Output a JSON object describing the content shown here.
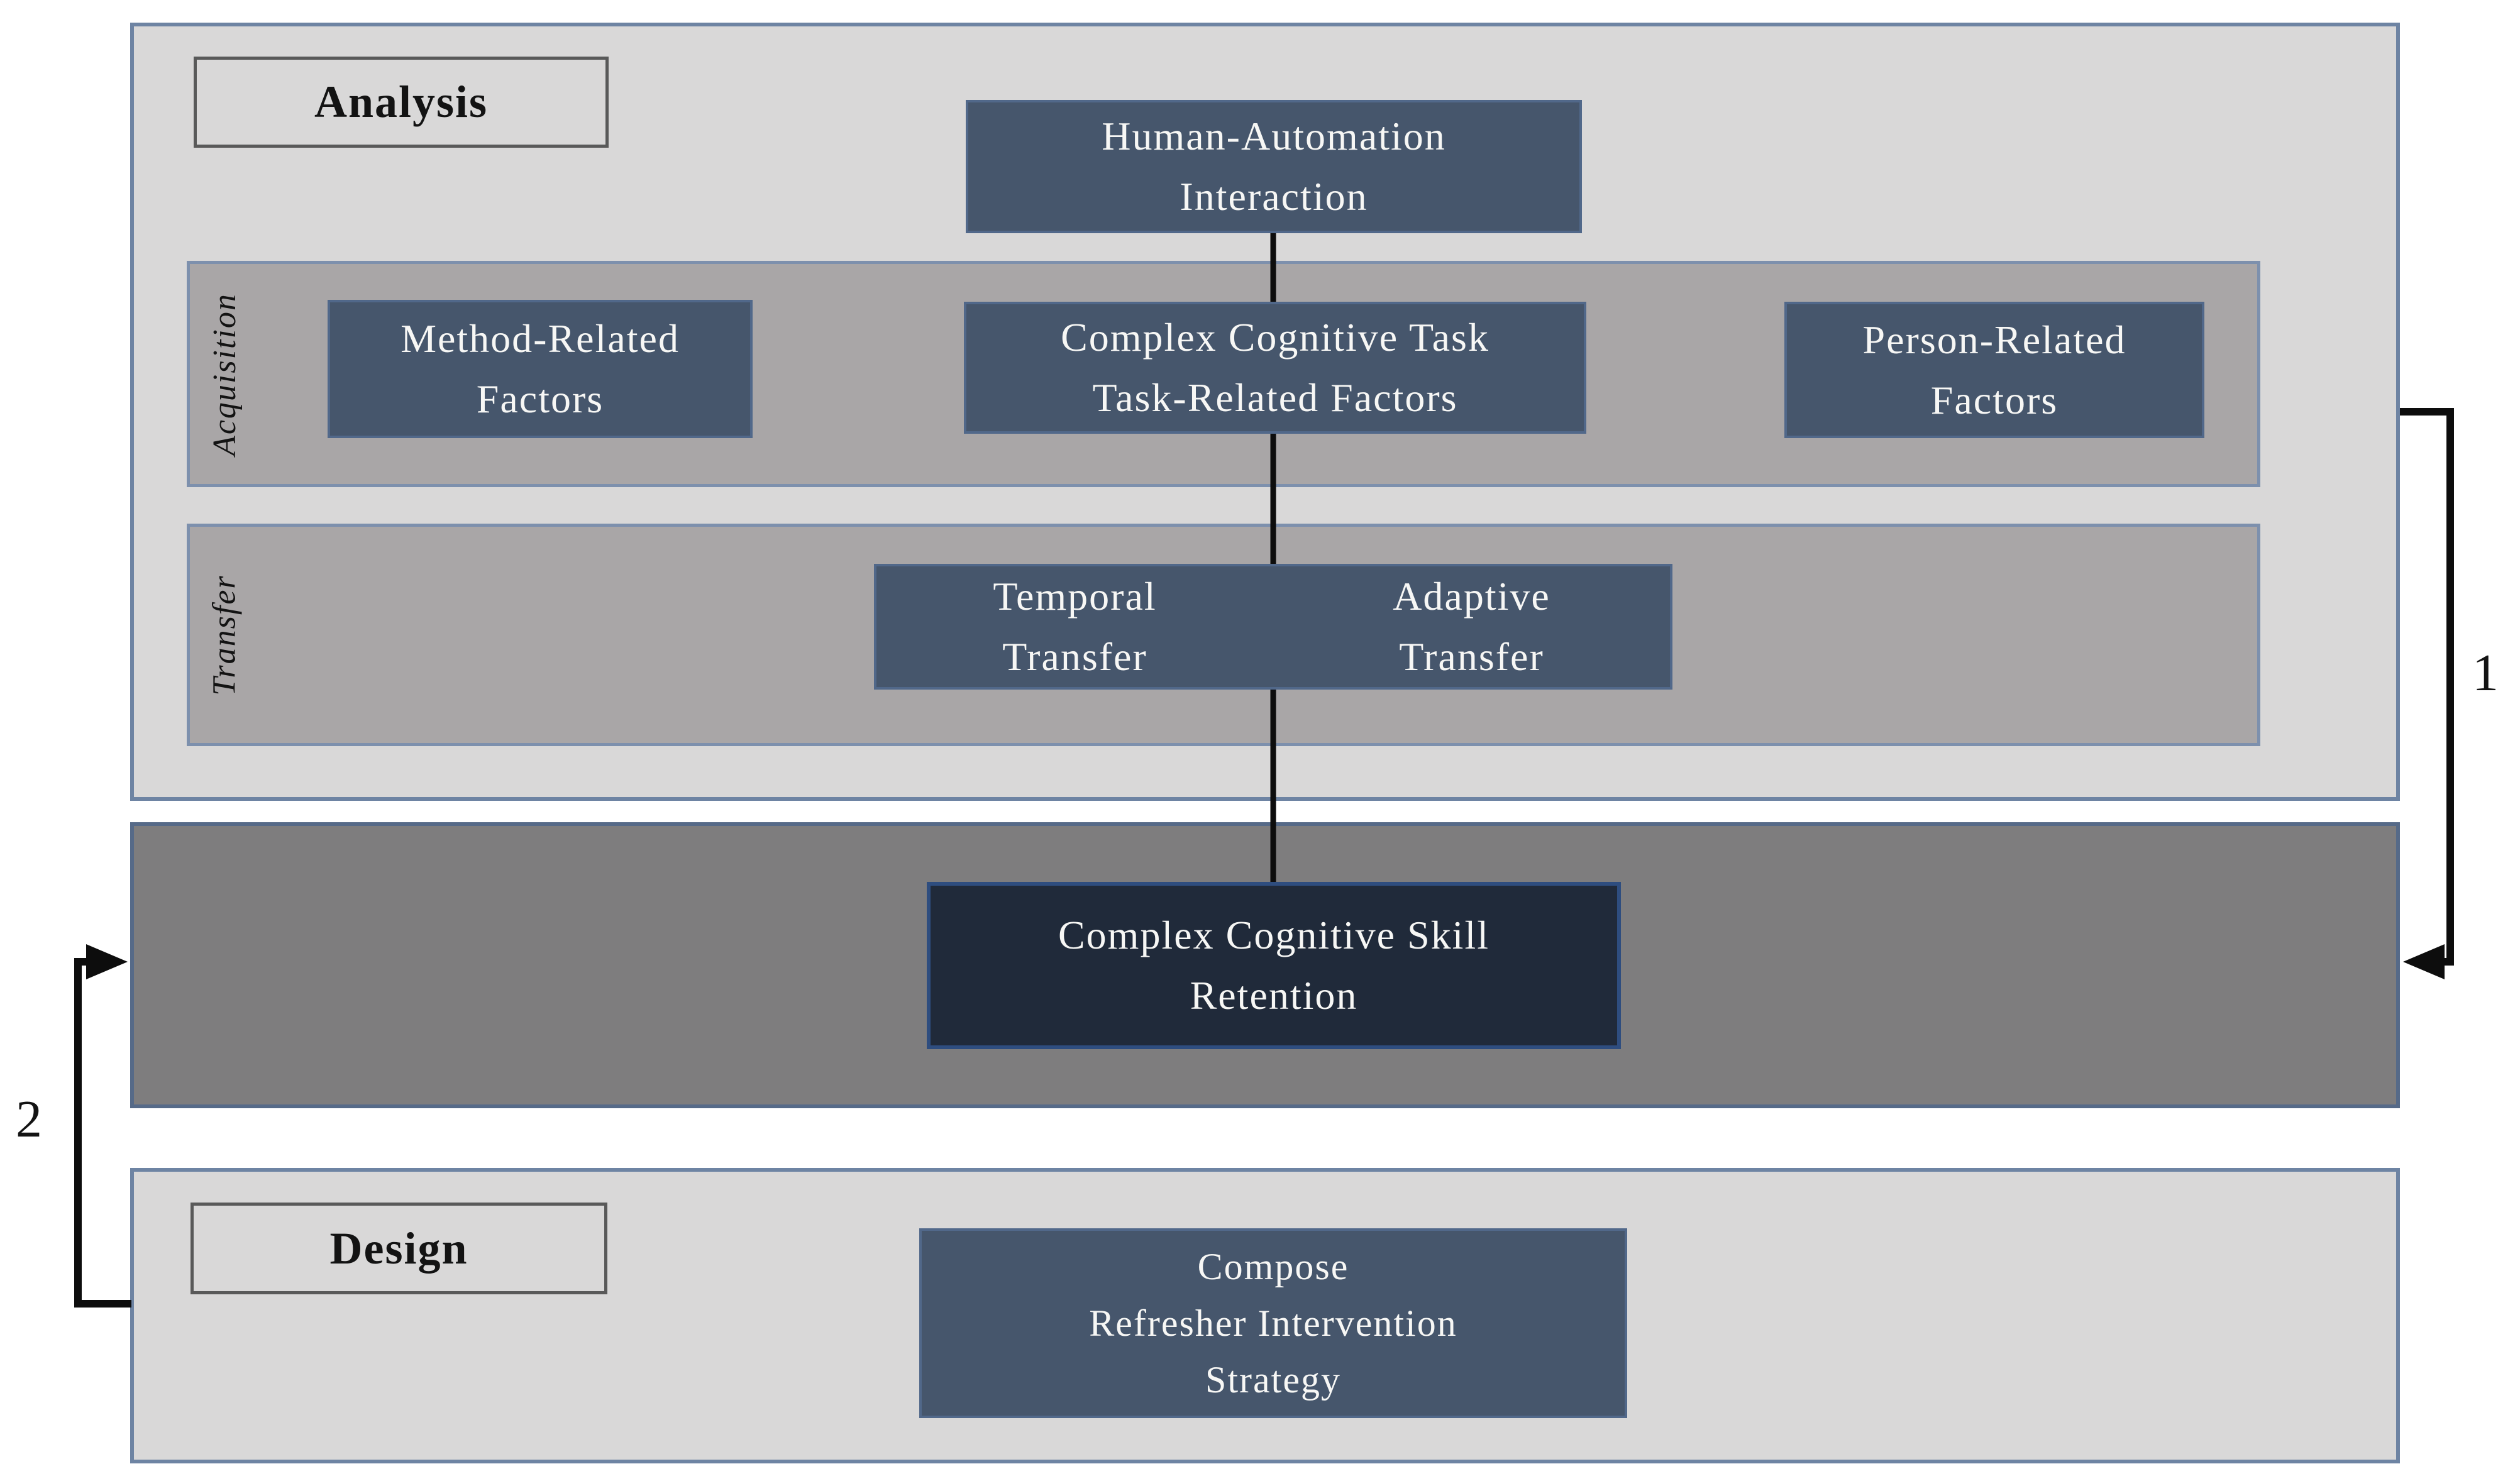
{
  "colors": {
    "container_fill": "#d9d8d8",
    "container_border": "#6e84a3",
    "row_fill": "#a9a6a7",
    "row_border": "#7d90ad",
    "band_fill": "#7e7d7e",
    "band_border": "#566a88",
    "box_fill": "#46566c",
    "box_border": "#51688a",
    "retention_fill": "#202a3a",
    "retention_border": "#2e4d7f",
    "label_box_border": "#595959",
    "connector": "#0d0d0d",
    "box_text": "#f7f7f5",
    "label_text": "#131313"
  },
  "sections": {
    "analysis": {
      "label": "Analysis"
    },
    "design": {
      "label": "Design"
    },
    "lanes": {
      "acquisition": {
        "label": "Acquisition"
      },
      "transfer": {
        "label": "Transfer"
      }
    }
  },
  "boxes": {
    "human_automation": {
      "line1": "Human-Automation",
      "line2": "Interaction"
    },
    "method_related": {
      "line1": "Method-Related",
      "line2": "Factors"
    },
    "task_related": {
      "line1": "Complex Cognitive Task",
      "line2": "Task-Related Factors"
    },
    "person_related": {
      "line1": "Person-Related",
      "line2": "Factors"
    },
    "temporal_transfer": {
      "line1": "Temporal",
      "line2": "Transfer"
    },
    "adaptive_transfer": {
      "line1": "Adaptive",
      "line2": "Transfer"
    },
    "retention": {
      "line1": "Complex Cognitive Skill",
      "line2": "Retention"
    },
    "compose": {
      "line1": "Compose",
      "line2": "Refresher Intervention",
      "line3": "Strategy"
    }
  },
  "connectors": {
    "arrow1_label": "1",
    "arrow2_label": "2"
  }
}
